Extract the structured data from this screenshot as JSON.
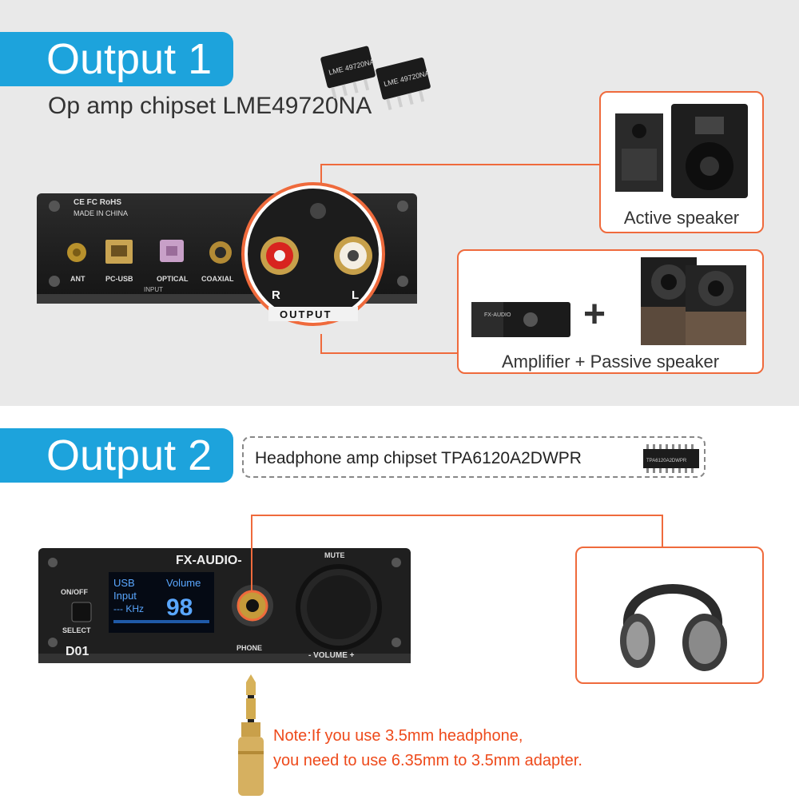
{
  "output1": {
    "banner": "Output 1",
    "subtitle": "Op amp chipset LME49720NA",
    "chip_marking": "LME 49720NA",
    "rear_panel": {
      "cert_text": "CE FC RoHS",
      "made_in": "MADE IN CHINA",
      "ports": [
        "ANT",
        "PC-USB",
        "OPTICAL",
        "COAXIAL"
      ],
      "input_label": "INPUT",
      "channel_r": "R",
      "channel_l": "L",
      "output_label": "OUTPUT"
    },
    "active_speaker_label": "Active speaker",
    "amp_passive_label": "Amplifier + Passive speaker",
    "plus_sign": "+",
    "amp_brand": "FX-AUDIO"
  },
  "output2": {
    "banner": "Output 2",
    "chip_text": "Headphone amp chipset TPA6120A2DWPR",
    "chip_marking": "TPA6120A2DWPR",
    "front_panel": {
      "brand": "FX-AUDIO-",
      "mute_label": "MUTE",
      "onoff_label": "ON/OFF",
      "select_label": "SELECT",
      "model": "D01",
      "phone_label": "PHONE",
      "volume_label": "- VOLUME +",
      "display_source": "USB",
      "display_input": "Input",
      "display_rate": "--- KHz",
      "display_volume_label": "Volume",
      "display_volume_value": "98"
    },
    "note_line1": "Note:If you use 3.5mm headphone,",
    "note_line2": "you need to use 6.35mm to 3.5mm adapter."
  },
  "colors": {
    "accent_blue": "#1da3dc",
    "accent_orange": "#ef6a3c",
    "note_red": "#ee4a1b"
  }
}
